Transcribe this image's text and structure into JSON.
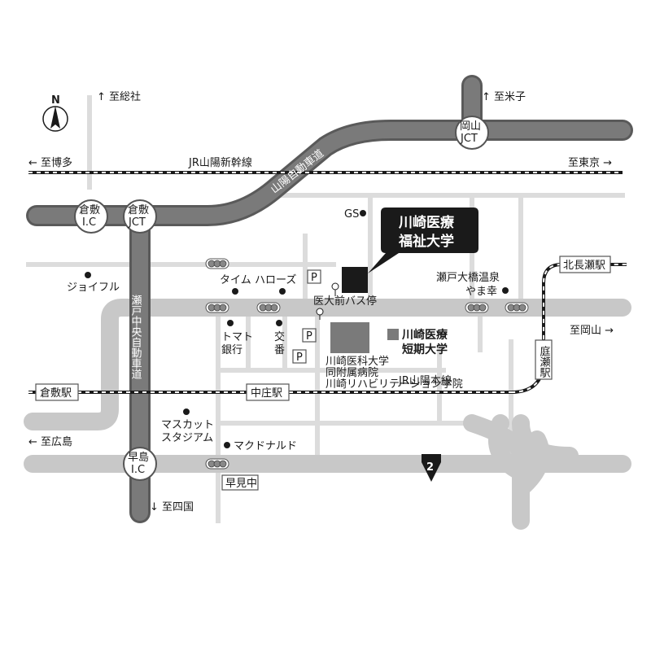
{
  "map": {
    "directions": {
      "north_sosha": "↑ 至総社",
      "north_yonago": "↑ 至米子",
      "west_hakata": "← 至博多",
      "east_tokyo": "至東京 →",
      "west_hiroshima": "← 至広島",
      "east_okayama": "至岡山 →",
      "south_shikoku": "↓ 至四国"
    },
    "compass": {
      "letter": "N"
    },
    "roads": {
      "sanyo_expressway": "山陽自動車道",
      "seto_chuo_expressway": "瀬戸中央自動車道",
      "route_number": "2"
    },
    "railways": {
      "shinkansen": "JR山陽新幹線",
      "sanyo_main": "JR山陽本線",
      "niwase_line": "庭瀬駅"
    },
    "interchanges": {
      "kurashiki_ic": [
        "倉敷",
        "I.C"
      ],
      "kurashiki_jct": [
        "倉敷",
        "JCT"
      ],
      "okayama_jct": [
        "岡山",
        "JCT"
      ],
      "hayashima_ic": [
        "早島",
        "I.C"
      ]
    },
    "stations": {
      "kurashiki": "倉敷駅",
      "nakasho": "中庄駅",
      "kitanagase": "北長瀬駅",
      "niwase": "庭瀬駅"
    },
    "intersections": {
      "hayashima_naka": "早見中"
    },
    "target": {
      "line1": "川崎医療",
      "line2": "福祉大学"
    },
    "landmarks": {
      "gs": "GS",
      "joyful": "ジョイフル",
      "time": "タイム",
      "harose": "ハローズ",
      "bus_stop": "医大前バス停",
      "tomato_bank": [
        "トマト",
        "銀行"
      ],
      "koban": [
        "交",
        "番"
      ],
      "hospital": [
        "川崎医科大学",
        "同附属病院",
        "川崎リハビリテーション学院"
      ],
      "junior_college": [
        "川崎医療",
        "短期大学"
      ],
      "onsen": [
        "瀬戸大橋温泉",
        "やま幸"
      ],
      "mascut": [
        "マスカット",
        "スタジアム"
      ],
      "mcdonalds": "マクドナルド",
      "parking": "P"
    },
    "colors": {
      "expressway": "#5a5a5a",
      "main_road": "#c8c8c8",
      "target_building": "#1a1a1a",
      "other_building": "#7a7a7a"
    }
  }
}
